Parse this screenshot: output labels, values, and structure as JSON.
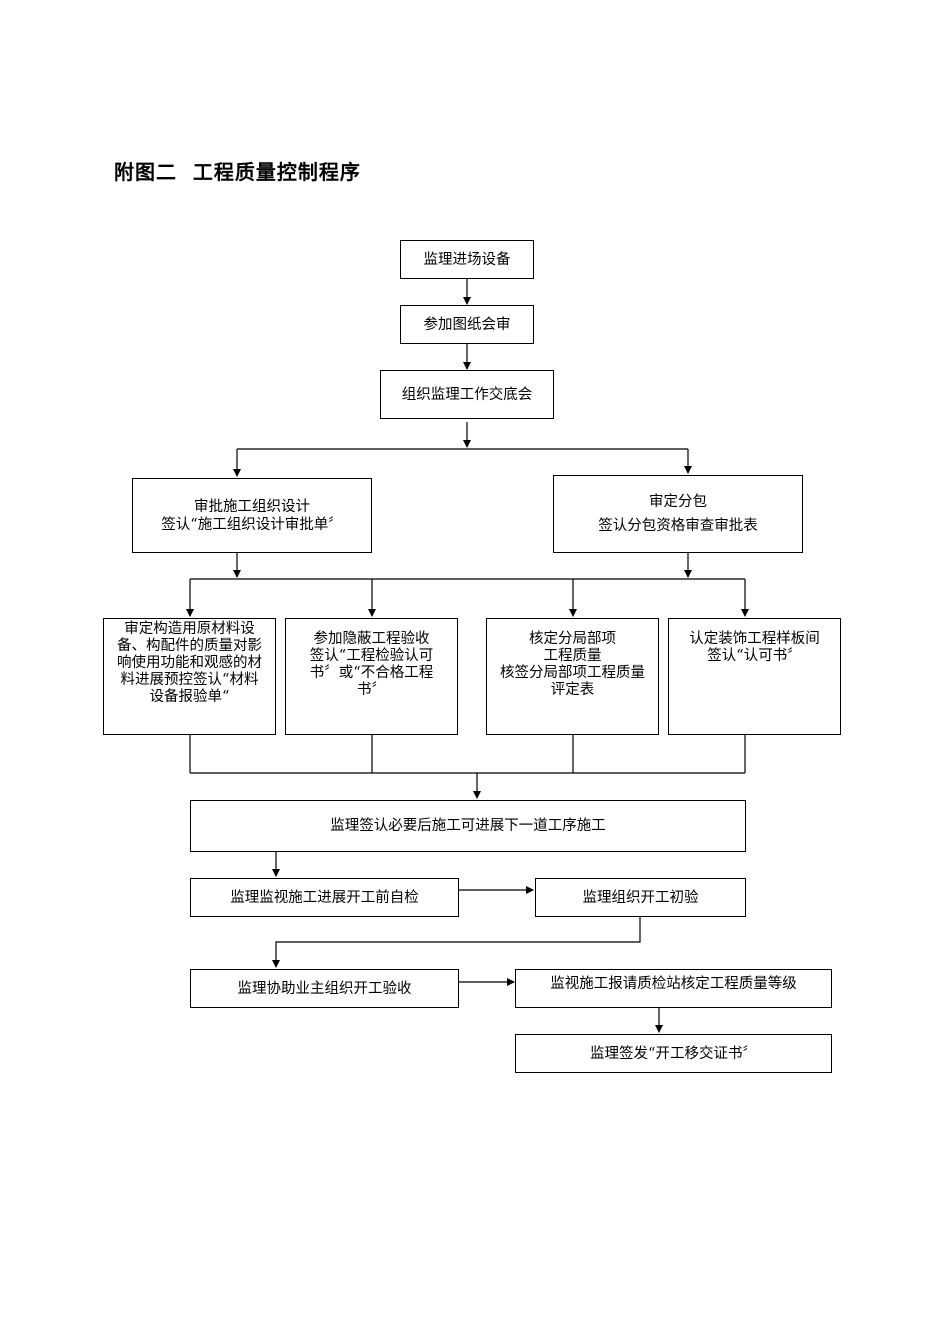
{
  "title": "附图二  工程质量控制程序",
  "nodes": {
    "entry": [
      "监理进场设备"
    ],
    "drawing_review": [
      "参加图纸会审"
    ],
    "meeting": [
      "组织监理工作交底会"
    ],
    "construction_design": [
      "审批施工组织设计",
      "签认“施工组织设计审批单〞"
    ],
    "subcontract": [
      "审定分包",
      "签认分包资格审查审批表"
    ],
    "materials": [
      "审定构造用原材料设",
      "备、构配件的质量对影",
      "响使用功能和观感的材",
      "料进展预控签认“材料",
      "设备报验单“"
    ],
    "hidden_works": [
      "参加隐蔽工程验收",
      "签认“工程检验认可",
      "书〞或“不合格工程",
      "书〞"
    ],
    "sub_project": [
      "核定分局部项",
      "工程质量",
      "核签分局部项工程质量",
      "评定表"
    ],
    "decoration": [
      "认定装饰工程样板间",
      "签认“认可书〞"
    ],
    "next_process": [
      "监理签认必要后施工可进展下一道工序施工"
    ],
    "self_check": [
      "监理监视施工进展开工前自检"
    ],
    "initial_check": [
      "监理组织开工初验"
    ],
    "owner_acceptance": [
      "监理协助业主组织开工验收"
    ],
    "quality_grade": [
      "监视施工报请质检站核定工程质量等级"
    ],
    "handover": [
      "监理签发“开工移交证书〞"
    ]
  }
}
